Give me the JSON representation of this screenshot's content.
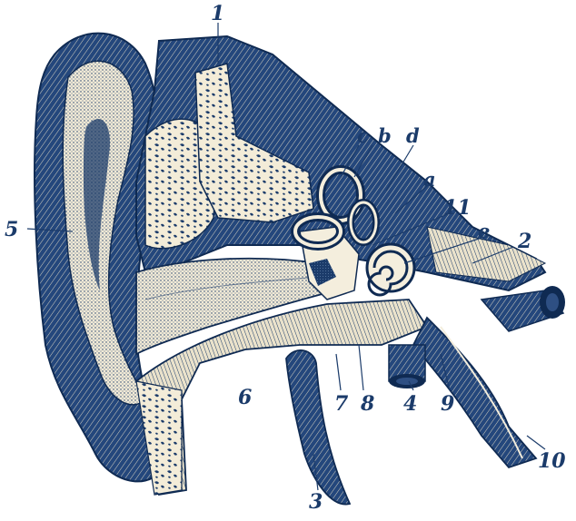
{
  "colors": {
    "ink": "#1b3b6a",
    "ink_dark": "#0f2a52",
    "paper": "#f4eedd",
    "cream": "#fbf7ec",
    "background": "#ffffff"
  },
  "labels": {
    "l1": "1",
    "l2": "2",
    "l3": "3",
    "l4": "4",
    "l5": "5",
    "l6": "6",
    "l7": "7",
    "l8": "8",
    "l9": "9",
    "l10": "10",
    "l11": "11",
    "la": "a",
    "lb": "b",
    "lc": "c",
    "ld": "d",
    "le": "e"
  }
}
